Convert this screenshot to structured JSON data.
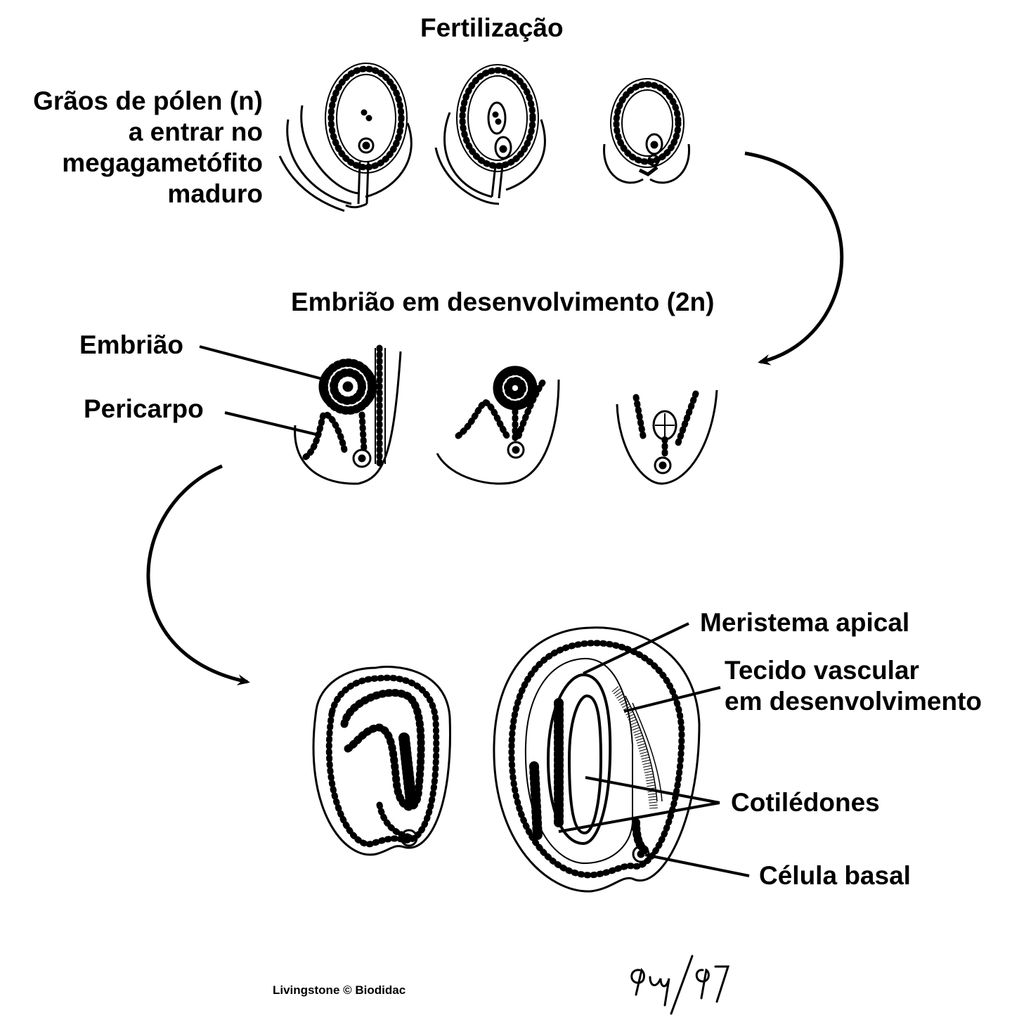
{
  "titles": {
    "fertilization": "Fertilização",
    "developing_embryo": "Embrião em desenvolvimento (2n)"
  },
  "labels": {
    "pollen_lines": [
      "Grãos de pólen (n)",
      "a entrar no",
      "megagametófito",
      "maduro"
    ],
    "embryo": "Embrião",
    "pericarp": "Pericarpo",
    "apical_meristem": "Meristema apical",
    "vascular_lines": [
      "Tecido vascular",
      "em desenvolvimento"
    ],
    "cotyledons": "Cotilédones",
    "basal_cell": "Célula basal"
  },
  "credit": "Livingstone © Biodidac",
  "signature": "94/97",
  "colors": {
    "ink": "#000000",
    "background": "#ffffff"
  }
}
